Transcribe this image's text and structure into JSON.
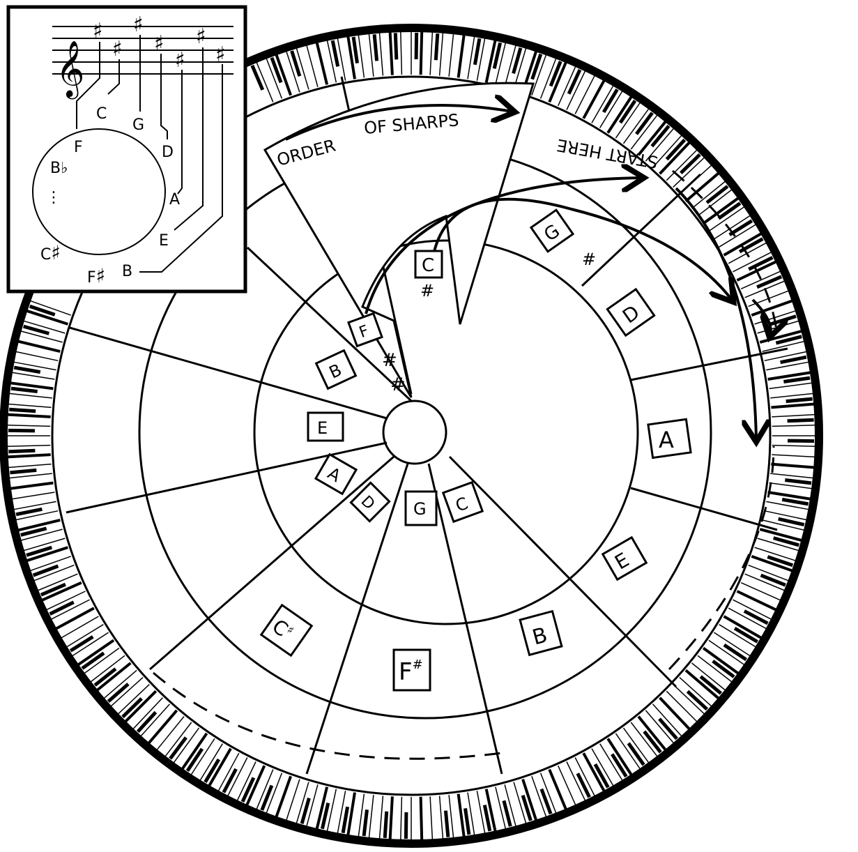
{
  "colors": {
    "ink": "#000000",
    "paper": "#ffffff"
  },
  "wheel": {
    "arc_title": {
      "order": "ORDER",
      "of_sharps": "OF SHARPS",
      "start_here": "START HERE"
    },
    "outer_keys": [
      "C",
      "G",
      "D",
      "A",
      "E",
      "B",
      "F#",
      "C#"
    ],
    "inner_keys": [
      "B",
      "E",
      "A",
      "D",
      "G",
      "C",
      "F"
    ],
    "sharp_mark": "#",
    "sharp_glyph": "♯",
    "flat_glyph": "♭"
  },
  "inset": {
    "clef": "𝄞",
    "sharps_order": [
      "F",
      "C",
      "G",
      "D",
      "A",
      "E",
      "B"
    ],
    "circle_letters": {
      "f": "F",
      "c": "C",
      "g": "G",
      "d": "D",
      "a": "A",
      "e": "E",
      "b": "B",
      "f_sharp": "F",
      "c_sharp": "C",
      "b_flat": "B"
    },
    "ellipsis": "⋮"
  }
}
